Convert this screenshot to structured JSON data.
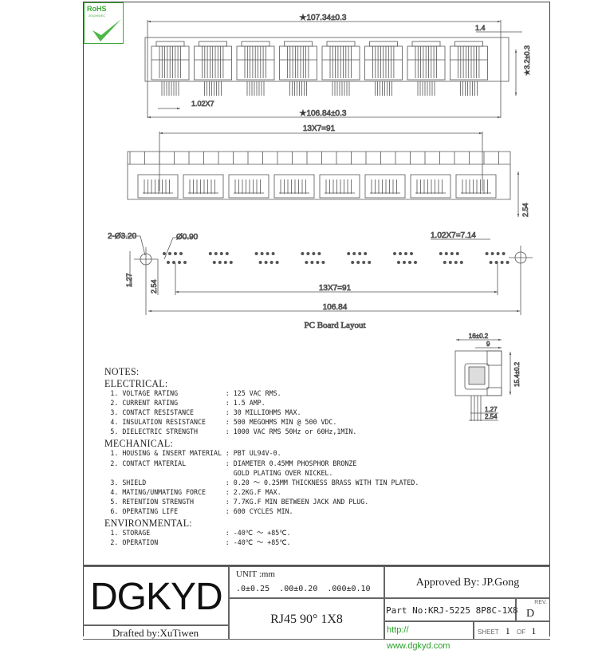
{
  "logo_badge": {
    "text": "RoHS",
    "sub": "2002/95/EC"
  },
  "top_view": {
    "overall": "★107.34±0.3",
    "edge": "1.4",
    "height": "★3.2±0.3",
    "pitch": "1.02X7",
    "bottom": "★106.84±0.3"
  },
  "front_view": {
    "span": "13X7=91",
    "height": "2.54"
  },
  "pcb": {
    "holes": "2-Ø3.20",
    "pin_dia": "Ø0.90",
    "pitch_group": "1.02X7=7.14",
    "row_gap": "1.27",
    "row_offset": "2.54",
    "span": "13X7=91",
    "overall": "106.84",
    "title": "PC Board Layout"
  },
  "side_view": {
    "width": "16±0.2",
    "inner": "9",
    "height": "15.4±0.2",
    "pin_pitch": "1.27",
    "pin_span": "2.54"
  },
  "notes": {
    "title": "NOTES:",
    "sections": [
      {
        "heading": "ELECTRICAL:",
        "items": [
          {
            "k": "1. VOLTAGE RATING",
            "v": ": 125 VAC RMS."
          },
          {
            "k": "2. CURRENT RATING",
            "v": ": 1.5 AMP."
          },
          {
            "k": "3. CONTACT RESISTANCE",
            "v": ": 30 MILLIOHMS MAX."
          },
          {
            "k": "4. INSULATION RESISTANCE",
            "v": ": 500 MEGOHMS MIN @ 500 VDC."
          },
          {
            "k": "5. DIELECTRIC STRENGTH",
            "v": ": 1000 VAC RMS 50Hz or 60Hz,1MIN."
          }
        ]
      },
      {
        "heading": "MECHANICAL:",
        "items": [
          {
            "k": "1. HOUSING & INSERT MATERIAL",
            "v": ": PBT UL94V-0."
          },
          {
            "k": "2. CONTACT MATERIAL",
            "v": ": DIAMETER 0.45MM PHOSPHOR BRONZE"
          },
          {
            "k": "",
            "v": "  GOLD PLATING OVER NICKEL."
          },
          {
            "k": "3. SHIELD",
            "v": ": 0.20 ～ 0.25MM THICKNESS BRASS WITH TIN PLATED."
          },
          {
            "k": "4. MATING/UNMATING FORCE",
            "v": ": 2.2KG.F MAX."
          },
          {
            "k": "5. RETENTION STRENGTH",
            "v": ": 7.7KG.F MIN BETWEEN JACK AND PLUG."
          },
          {
            "k": "6. OPERATING LIFE",
            "v": ": 600 CYCLES MIN."
          }
        ]
      },
      {
        "heading": "ENVIRONMENTAL:",
        "items": [
          {
            "k": "1. STORAGE",
            "v": ": -40℃ ～ +85℃."
          },
          {
            "k": "2. OPERATION",
            "v": ": -40℃ ～ +85℃."
          }
        ]
      }
    ]
  },
  "title_block": {
    "company": "DGKYD",
    "drafted": "Drafted by:XuTiwen",
    "unit": "UNIT :mm",
    "tolerances": ".0±0.25  .00±0.20  .000±0.10",
    "description": "RJ45 90° 1X8",
    "approved": "Approved By: JP.Gong",
    "part_no": "Part No:KRJ-5225 8P8C-1X8",
    "rev_label": "REV.",
    "rev": "D",
    "url": "http:// www.dgkyd.com",
    "sheet_label": "SHEET",
    "sheet": "1",
    "of_label": "OF",
    "of": "1",
    "url_color": "#2aa02a"
  }
}
